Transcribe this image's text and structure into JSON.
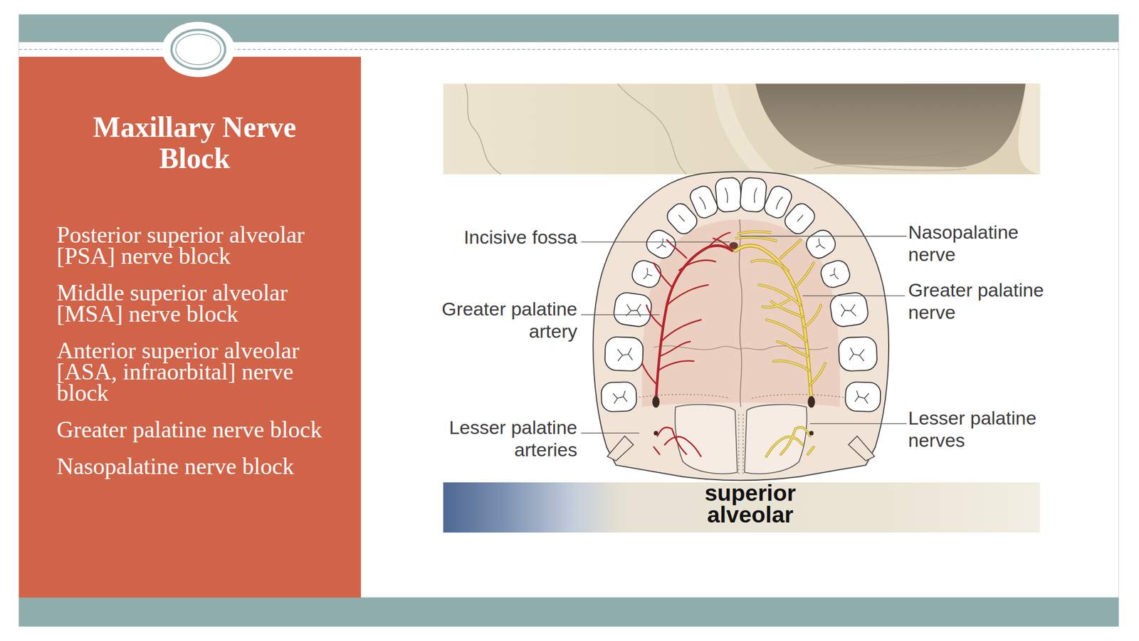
{
  "diagram": {
    "title": "Maxillary Nerve Block",
    "nodes": [
      {
        "text": [
          "Posterior superior alveolar [PSA] nerve block",
          "Middle superior alveolar [MSA] nerve block",
          "Anterior superior alveolar [ASA, infraorbital] nerve block",
          "Greater palatine nerve block",
          "Nasopalatine nerve block"
        ]
      },
      {
        "text": [
          "superior alveolar"
        ]
      }
    ],
    "labels": [
      "Incisive fossa",
      "Nasopalatine nerve",
      "Greater palatine artery",
      "Greater palatine nerve",
      "Lesser palatine arteries",
      "Lesser palatine nerves"
    ]
  }
}
